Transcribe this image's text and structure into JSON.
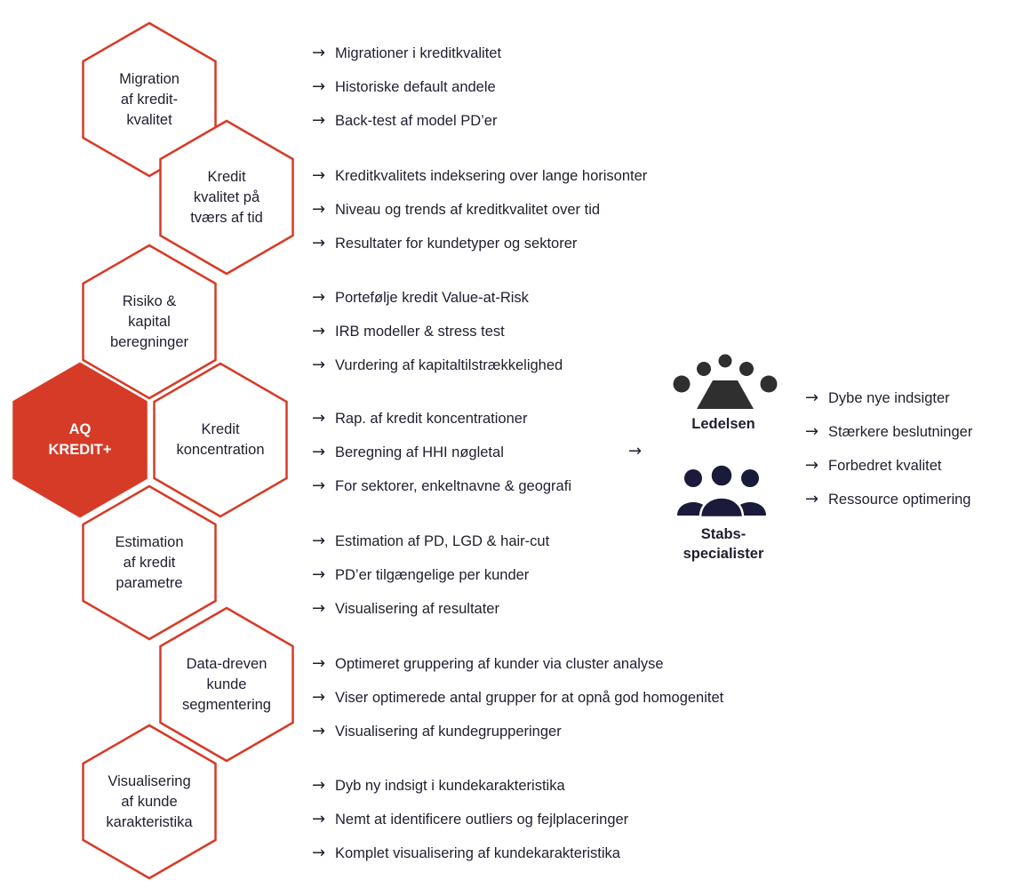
{
  "hexagons": [
    {
      "label": "Migration\naf kredit-\nkvalitet",
      "filled": false
    },
    {
      "label": "Kredit\nkvalitet på\ntværs af tid",
      "filled": false
    },
    {
      "label": "Risiko &\nkapital\nberegninger",
      "filled": false
    },
    {
      "label": "AQ\nKREDIT+",
      "filled": true
    },
    {
      "label": "Kredit\nkoncentration",
      "filled": false
    },
    {
      "label": "Estimation\naf kredit\nparametre",
      "filled": false
    },
    {
      "label": "Data-dreven\nkunde\nsegmentering",
      "filled": false
    },
    {
      "label": "Visualisering\naf kunde\nkarakteristika",
      "filled": false
    }
  ],
  "groups": [
    [
      "Migrationer i kreditkvalitet",
      "Historiske default andele",
      "Back-test af model PD’er"
    ],
    [
      "Kreditkvalitets indeksering over lange horisonter",
      "Niveau og trends af kreditkvalitet over tid",
      "Resultater for kundetyper og sektorer"
    ],
    [
      "Portefølje kredit Value-at-Risk",
      "IRB modeller & stress test",
      "Vurdering af kapitaltilstrækkelighed"
    ],
    [
      "Rap. af kredit koncentrationer",
      "Beregning af HHI nøgletal",
      "For sektorer, enkeltnavne & geografi"
    ],
    [
      "Estimation af PD, LGD & hair-cut",
      "PD’er tilgængelige per kunder",
      "Visualisering af resultater"
    ],
    [
      "Optimeret gruppering af kunder via cluster analyse",
      "Viser optimerede antal grupper for at opnå god homogenitet",
      "Visualisering af kundegrupperinger"
    ],
    [
      "Dyb ny indsigt i kundekarakteristika",
      "Nemt at identificere outliers og fejlplaceringer",
      "Komplet visualisering af kundekarakteristika"
    ]
  ],
  "audiences": {
    "management": "Ledelsen",
    "specialists": "Stabs-\nspecialister"
  },
  "benefits": [
    "Dybe nye indsigter",
    "Stærkere beslutninger",
    "Forbedret kvalitet",
    "Ressource optimering"
  ],
  "arrow_glyph": "→",
  "icon_names": [
    "management-icon",
    "staff-specialists-icon"
  ],
  "colors": {
    "accent": "#d63b27",
    "navy": "#1a1a3a",
    "icon_grey": "#2f2f2f",
    "text": "#1f1f30"
  }
}
